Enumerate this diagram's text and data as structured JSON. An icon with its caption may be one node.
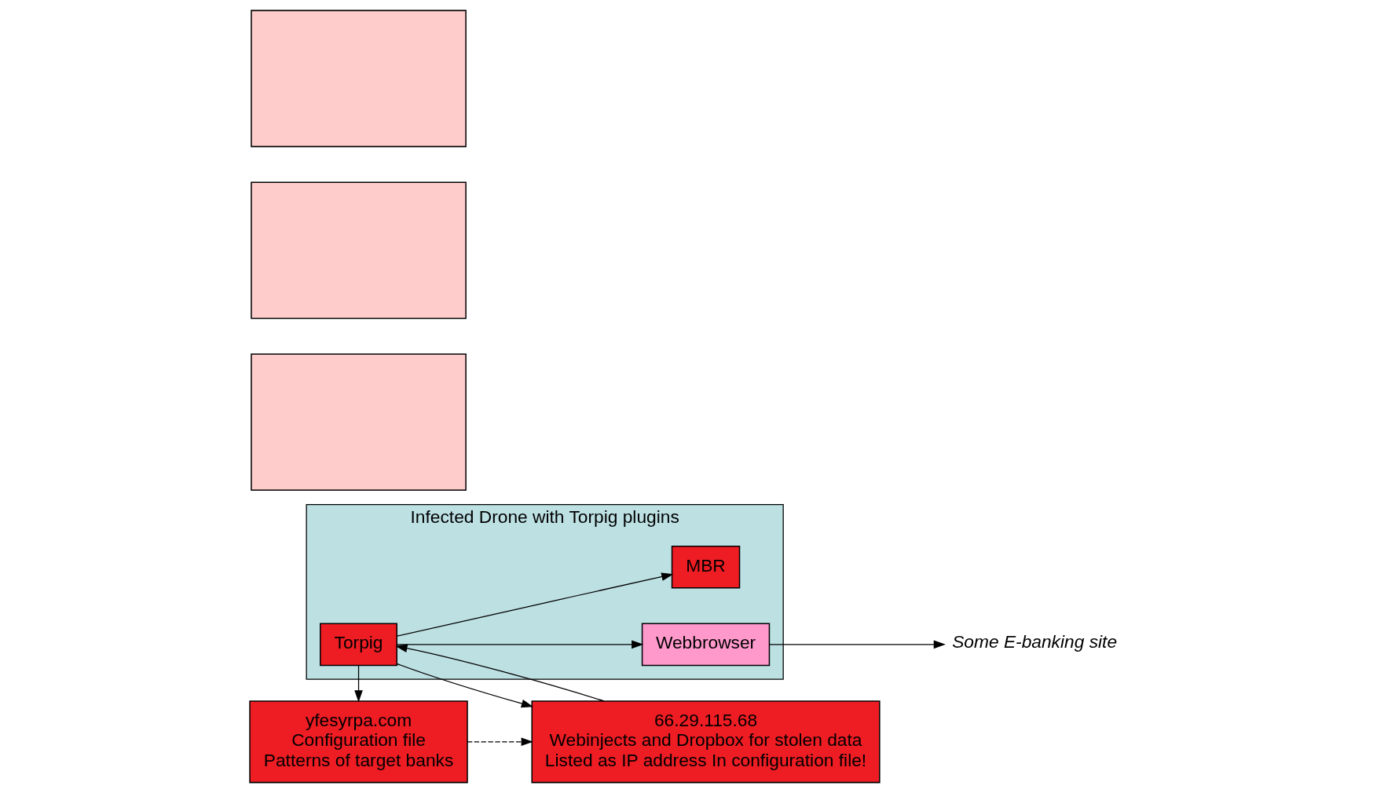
{
  "diagram": {
    "nodes": [
      {
        "text": [
          "Infected Drone with Torpig plugins"
        ]
      },
      {
        "text": [
          "Webbrowser"
        ],
        "in": 0
      },
      {
        "text": [
          "MBR"
        ],
        "in": 0
      },
      {
        "text": [
          "Torpig"
        ],
        "in": 0
      },
      {
        "text": [
          "Some E-banking site"
        ]
      },
      {
        "text": [
          "yfesyrpa.com",
          "Configuration file",
          "Patterns of target banks"
        ]
      },
      {
        "text": [
          "66.29.115.68",
          "Webinjects and Dropbox for stolen data",
          "Listed as IP address In configuration file!"
        ]
      },
      {
        "text": [],
        "shape": "box"
      },
      {
        "text": [],
        "shape": "box"
      },
      {
        "text": [],
        "shape": "box"
      }
    ],
    "edges": [
      {
        "from": 3,
        "to": 2,
        "arrow": "to"
      },
      {
        "from": 3,
        "to": 1,
        "arrow": "to"
      },
      {
        "from": 1,
        "to": 4,
        "arrow": "to"
      },
      {
        "from": 3,
        "to": 5,
        "arrow": "to"
      },
      {
        "from": 3,
        "to": 6,
        "arrow": "to"
      },
      {
        "from": 6,
        "to": 3,
        "arrow": "to"
      },
      {
        "from": 5,
        "to": 6,
        "arrow": "to",
        "style": "dashed"
      }
    ]
  }
}
